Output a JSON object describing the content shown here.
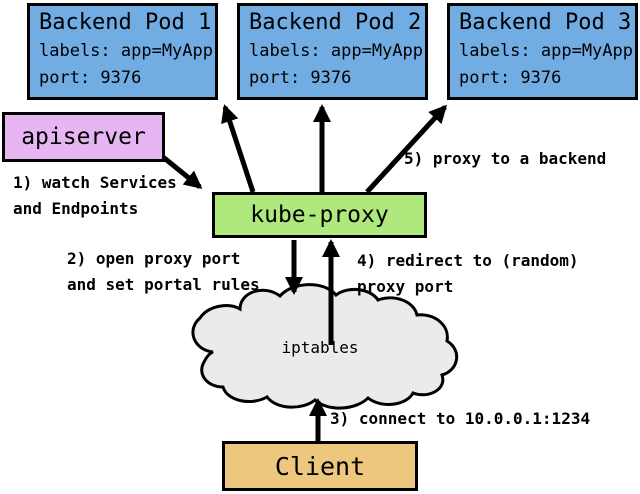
{
  "colors": {
    "pod_fill": "#71ACE3",
    "apiserver_fill": "#E7B6F2",
    "kube_proxy_fill": "#AFE87D",
    "client_fill": "#EEC77E",
    "cloud_fill": "#EBEBEB",
    "border": "#000000"
  },
  "pods": [
    {
      "title": "Backend Pod 1",
      "labels": "labels: app=MyApp",
      "port": "port: 9376"
    },
    {
      "title": "Backend Pod 2",
      "labels": "labels: app=MyApp",
      "port": "port: 9376"
    },
    {
      "title": "Backend Pod 3",
      "labels": "labels: app=MyApp",
      "port": "port: 9376"
    }
  ],
  "nodes": {
    "apiserver": "apiserver",
    "kube_proxy": "kube-proxy",
    "iptables": "iptables",
    "client": "Client"
  },
  "annotations": {
    "step1": "1) watch Services\nand Endpoints",
    "step2": "2) open proxy port\nand set portal rules",
    "step3": "3) connect to 10.0.0.1:1234",
    "step4": "4) redirect to (random)\nproxy port",
    "step5": "5) proxy to a backend"
  }
}
